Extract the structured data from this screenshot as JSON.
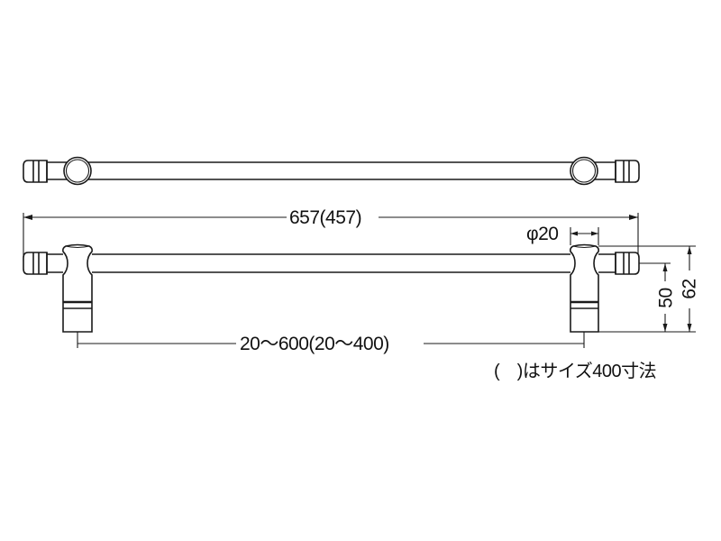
{
  "drawing": {
    "type": "towel bar technical drawing",
    "views": [
      "top view",
      "front view"
    ]
  },
  "dimensions": {
    "overall_length": "657(457)",
    "mounting_pitch": "20～600(20～400)",
    "diameter": "φ20",
    "height_to_bar_center": "50",
    "total_height": "62"
  },
  "notes": {
    "size_note": "(　)はサイズ400寸法"
  },
  "colors": {
    "line": "#1a1a1a",
    "background": "#ffffff"
  }
}
